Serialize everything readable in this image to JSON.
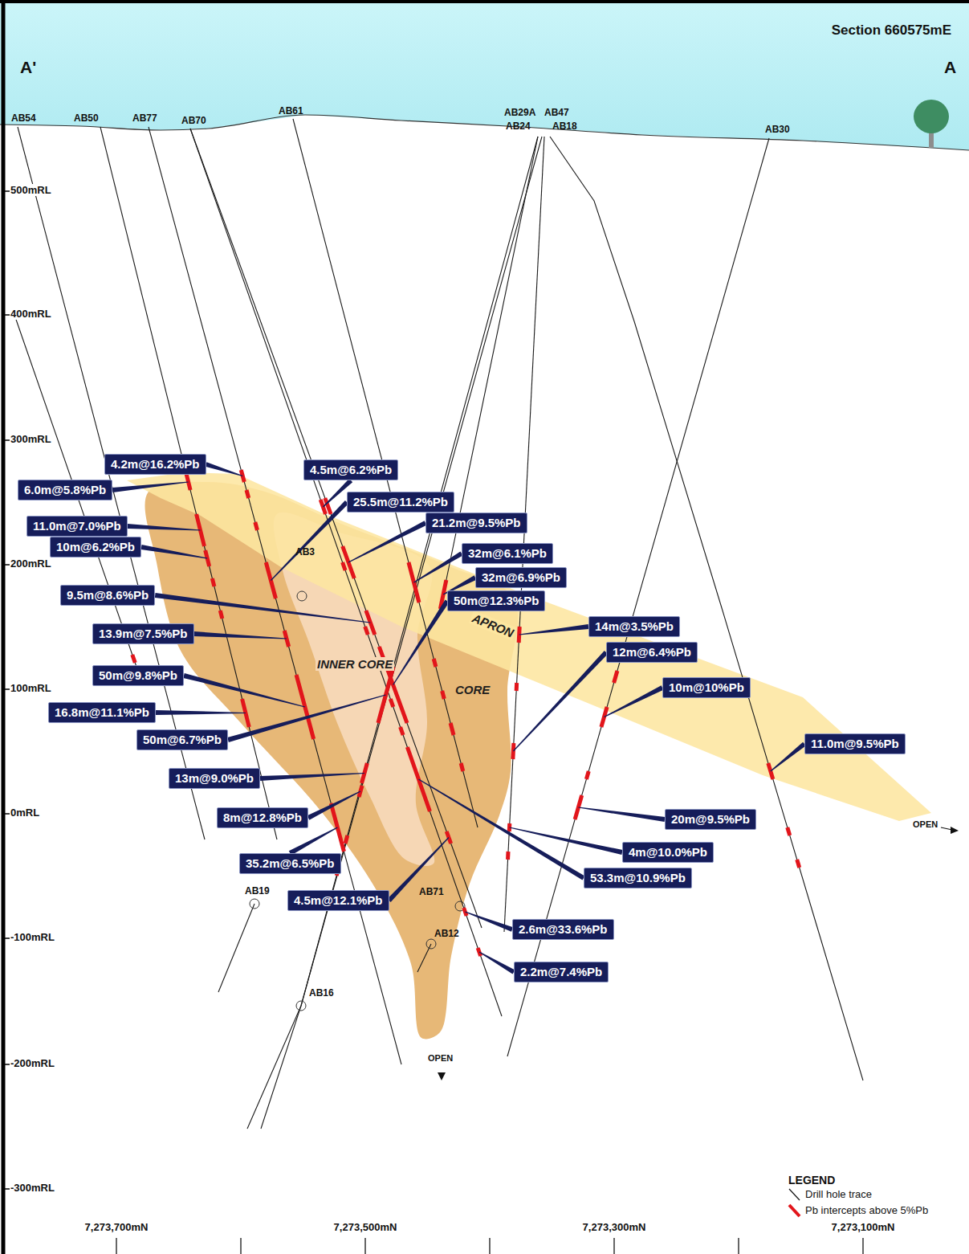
{
  "diagram": {
    "title": "Section 660575mE",
    "nodes": [
      {
        "text": [
          "APRON"
        ]
      },
      {
        "text": [
          "CORE"
        ]
      },
      {
        "text": [
          "INNER CORE"
        ],
        "in": 1
      },
      {
        "text": [
          "4.2m@16.2%Pb"
        ]
      },
      {
        "text": [
          "4.5m@6.2%Pb"
        ]
      },
      {
        "text": [
          "6.0m@5.8%Pb"
        ]
      },
      {
        "text": [
          "25.5m@11.2%Pb"
        ]
      },
      {
        "text": [
          "21.2m@9.5%Pb"
        ]
      },
      {
        "text": [
          "11.0m@7.0%Pb"
        ]
      },
      {
        "text": [
          "10m@6.2%Pb"
        ]
      },
      {
        "text": [
          "32m@6.1%Pb"
        ]
      },
      {
        "text": [
          "32m@6.9%Pb"
        ]
      },
      {
        "text": [
          "9.5m@8.6%Pb"
        ]
      },
      {
        "text": [
          "50m@12.3%Pb"
        ]
      },
      {
        "text": [
          "14m@3.5%Pb"
        ]
      },
      {
        "text": [
          "13.9m@7.5%Pb"
        ]
      },
      {
        "text": [
          "12m@6.4%Pb"
        ]
      },
      {
        "text": [
          "50m@9.8%Pb"
        ]
      },
      {
        "text": [
          "10m@10%Pb"
        ]
      },
      {
        "text": [
          "16.8m@11.1%Pb"
        ]
      },
      {
        "text": [
          "50m@6.7%Pb"
        ]
      },
      {
        "text": [
          "11.0m@9.5%Pb"
        ]
      },
      {
        "text": [
          "13m@9.0%Pb"
        ]
      },
      {
        "text": [
          "8m@12.8%Pb"
        ]
      },
      {
        "text": [
          "20m@9.5%Pb"
        ]
      },
      {
        "text": [
          "4m@10.0%Pb"
        ]
      },
      {
        "text": [
          "35.2m@6.5%Pb"
        ]
      },
      {
        "text": [
          "53.3m@10.9%Pb"
        ]
      },
      {
        "text": [
          "4.5m@12.1%Pb"
        ]
      },
      {
        "text": [
          "2.6m@33.6%Pb"
        ]
      },
      {
        "text": [
          "2.2m@7.4%Pb"
        ]
      }
    ],
    "labels": [
      "A'",
      "A",
      "AB54",
      "AB50",
      "AB77",
      "AB70",
      "AB61",
      "AB29A",
      "AB24",
      "AB47",
      "AB18",
      "AB30",
      "AB3",
      "AB19",
      "AB71",
      "AB12",
      "AB16",
      "500mRL",
      "400mRL",
      "300mRL",
      "200mRL",
      "100mRL",
      "0mRL",
      "-100mRL",
      "-200mRL",
      "-300mRL",
      "7,273,700mN",
      "7,273,500mN",
      "7,273,300mN",
      "7,273,100mN",
      "OPEN",
      "OPEN",
      "LEGEND"
    ],
    "legend": [
      {
        "text": "Drill hole trace"
      },
      {
        "text": "Pb intercepts above 5%Pb"
      }
    ]
  }
}
